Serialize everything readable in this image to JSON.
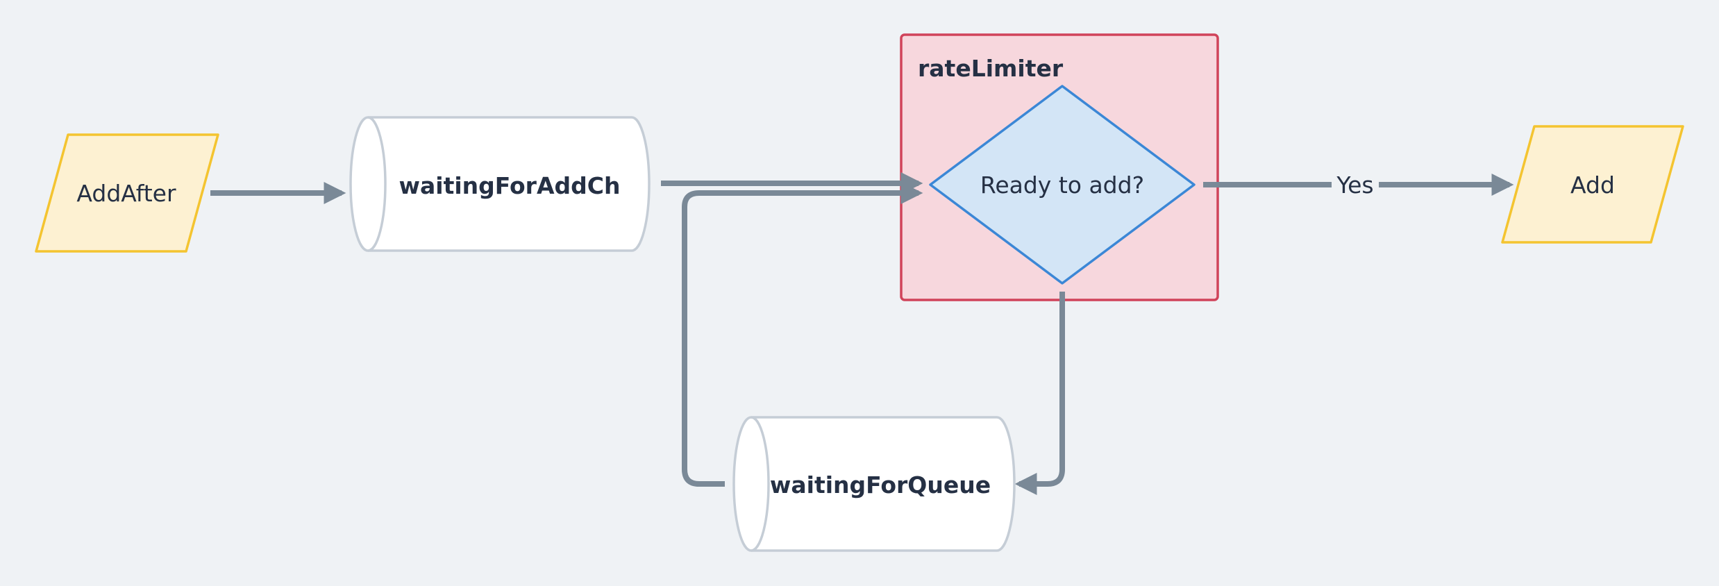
{
  "nodes": {
    "add_after": "AddAfter",
    "waiting_for_add_ch": "waitingForAddCh",
    "rate_limiter": "rateLimiter",
    "ready_to_add": "Ready to add?",
    "add": "Add",
    "waiting_for_queue": "waitingForQueue"
  },
  "edges": {
    "yes_label": "Yes"
  },
  "colors": {
    "background": "#eff2f5",
    "io_fill": "#fdf1d2",
    "io_stroke": "#f4c430",
    "queue_fill": "#ffffff",
    "queue_stroke": "#c5cdd6",
    "container_fill": "#f7d7dd",
    "container_stroke": "#d0435a",
    "decision_fill": "#d3e5f6",
    "decision_stroke": "#3b87d6",
    "edge": "#7a8997",
    "text": "#253044"
  }
}
